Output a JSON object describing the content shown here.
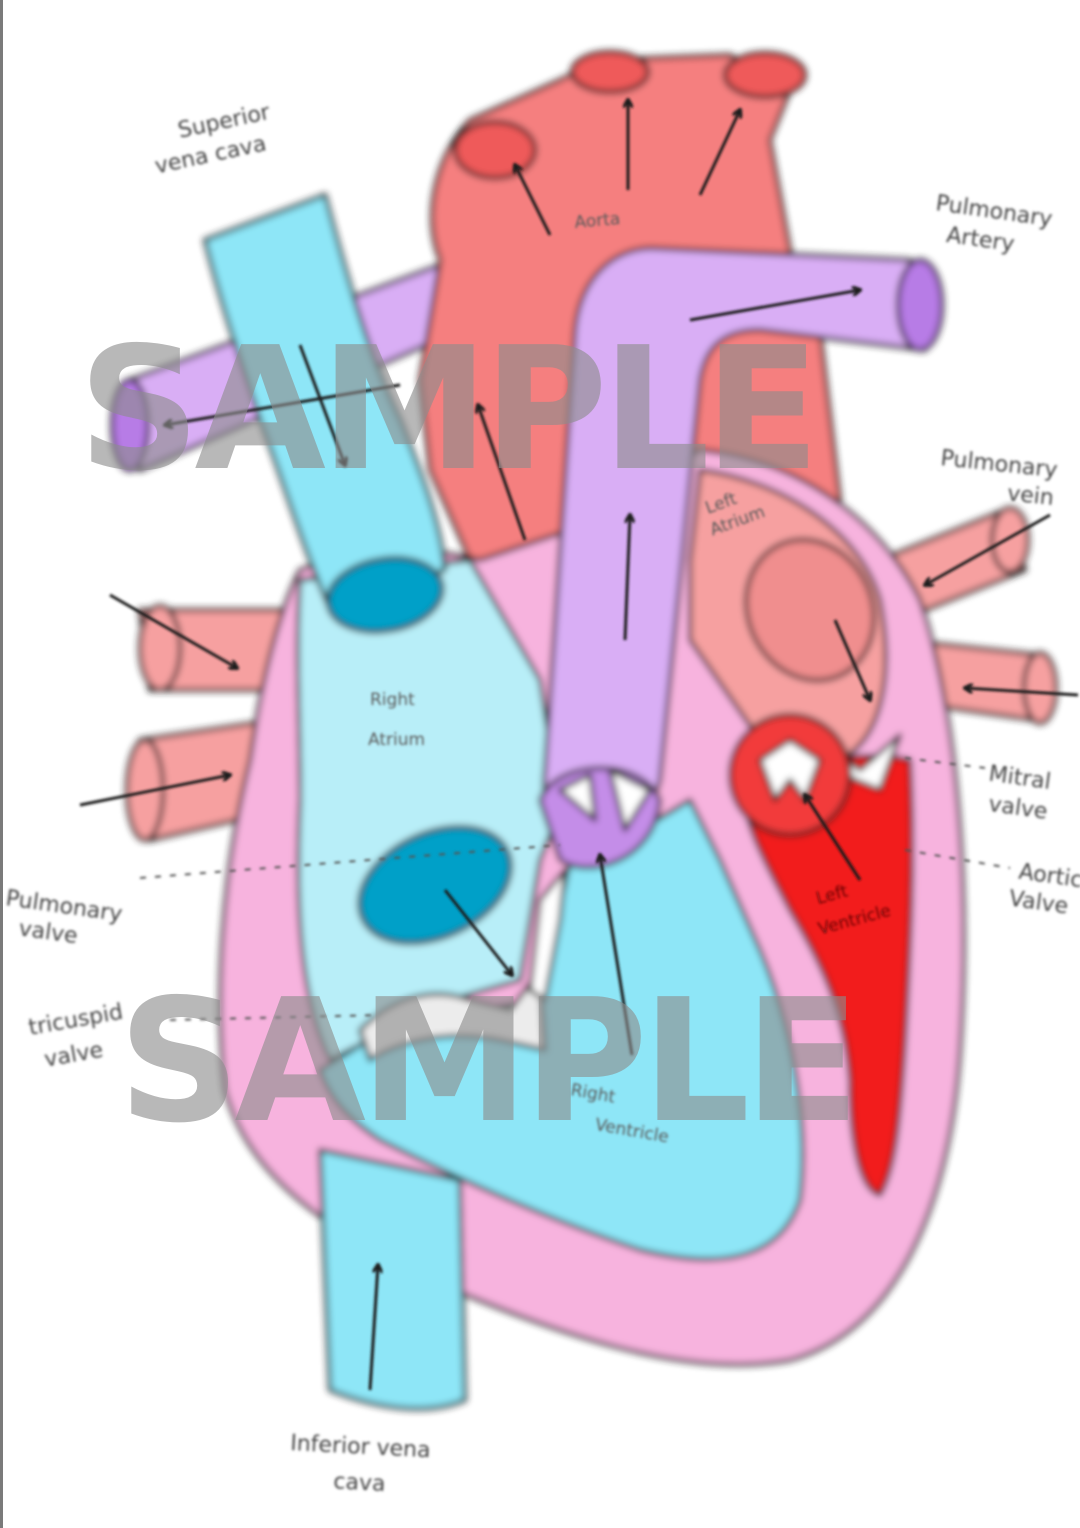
{
  "labels": {
    "superior_vena_cava": [
      "Superior",
      "vena cava"
    ],
    "aorta": "Aorta",
    "pulmonary_artery": [
      "Pulmonary",
      "Artery"
    ],
    "pulmonary_veins": [
      "Pulmonary",
      "vein"
    ],
    "left_atrium": [
      "Left",
      "Atrium"
    ],
    "right_atrium": [
      "Right",
      "Atrium"
    ],
    "mitral_valve": [
      "Mitral",
      "valve"
    ],
    "aortic_valve": [
      "Aortic",
      "Valve"
    ],
    "pulmonary_valve": [
      "Pulmonary",
      "valve"
    ],
    "tricuspid_valve": [
      "tricuspid",
      "valve"
    ],
    "left_ventricle": [
      "Left",
      "Ventricle"
    ],
    "right_ventricle": [
      "Right",
      "Ventricle"
    ],
    "inferior_vena_cava": [
      "Inferior vena",
      "cava"
    ]
  },
  "watermark": {
    "text": "SAMPLE"
  },
  "colors": {
    "deoxygenated_blue": "#8ee6f7",
    "deoxygenated_light": "#b8eef8",
    "valve_blue": "#00a0c8",
    "oxygenated_red": "#f57f7f",
    "pulmonary_vein": "#f6a0a0",
    "pulmonary_artery": "#d9aef5",
    "heart_wall": "#f7b3de",
    "left_ventricle": "#f21c1c",
    "outline": "#1a1a1a"
  }
}
